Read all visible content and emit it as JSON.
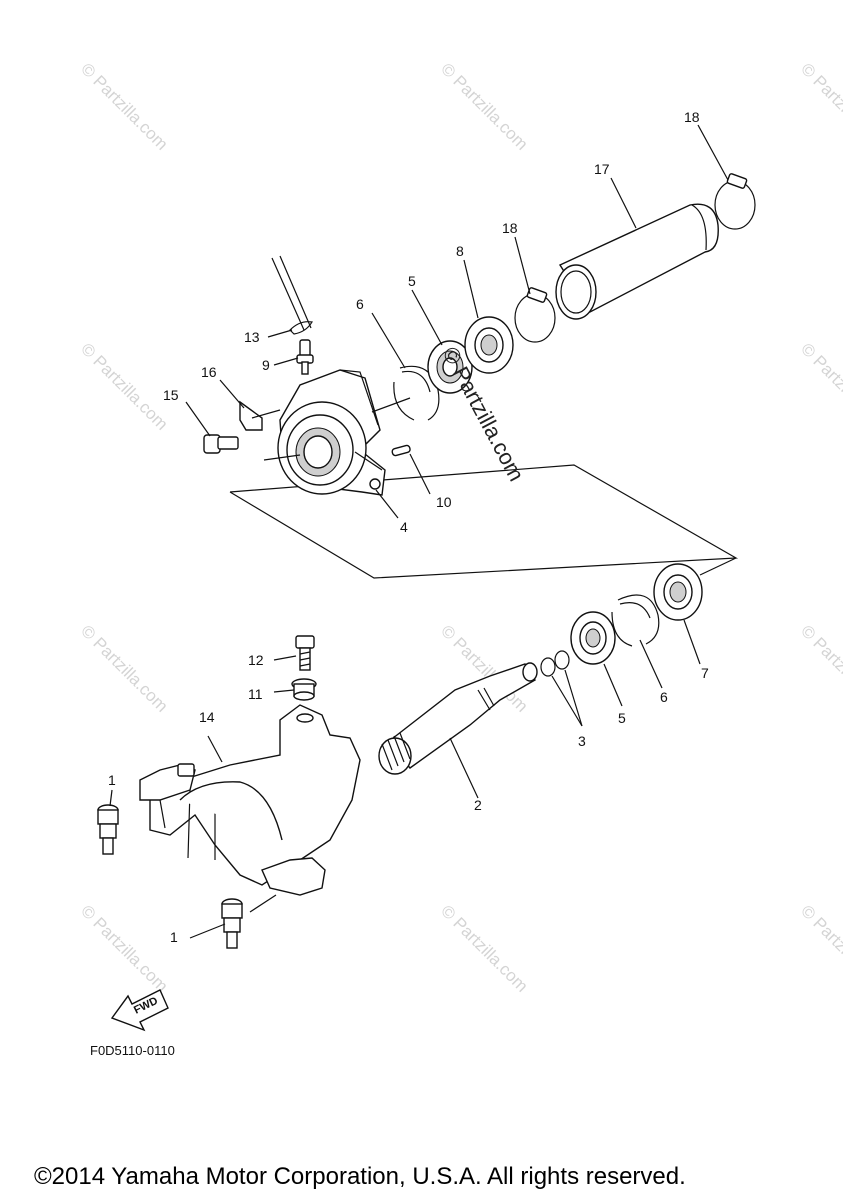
{
  "diagram_code": "F0D5110-0110",
  "copyright": "©2014 Yamaha Motor Corporation, U.S.A. All rights reserved.",
  "fwd_label": "FWD",
  "watermark_center": "© Partzilla.com",
  "watermark_small": "© Partzilla.com",
  "callouts": {
    "c1a": "1",
    "c1b": "1",
    "c2": "2",
    "c3": "3",
    "c4": "4",
    "c5a": "5",
    "c5b": "5",
    "c6a": "6",
    "c6b": "6",
    "c7": "7",
    "c8": "8",
    "c9": "9",
    "c10": "10",
    "c11": "11",
    "c12": "12",
    "c13": "13",
    "c14": "14",
    "c15": "15",
    "c16": "16",
    "c17": "17",
    "c18a": "18",
    "c18b": "18"
  }
}
